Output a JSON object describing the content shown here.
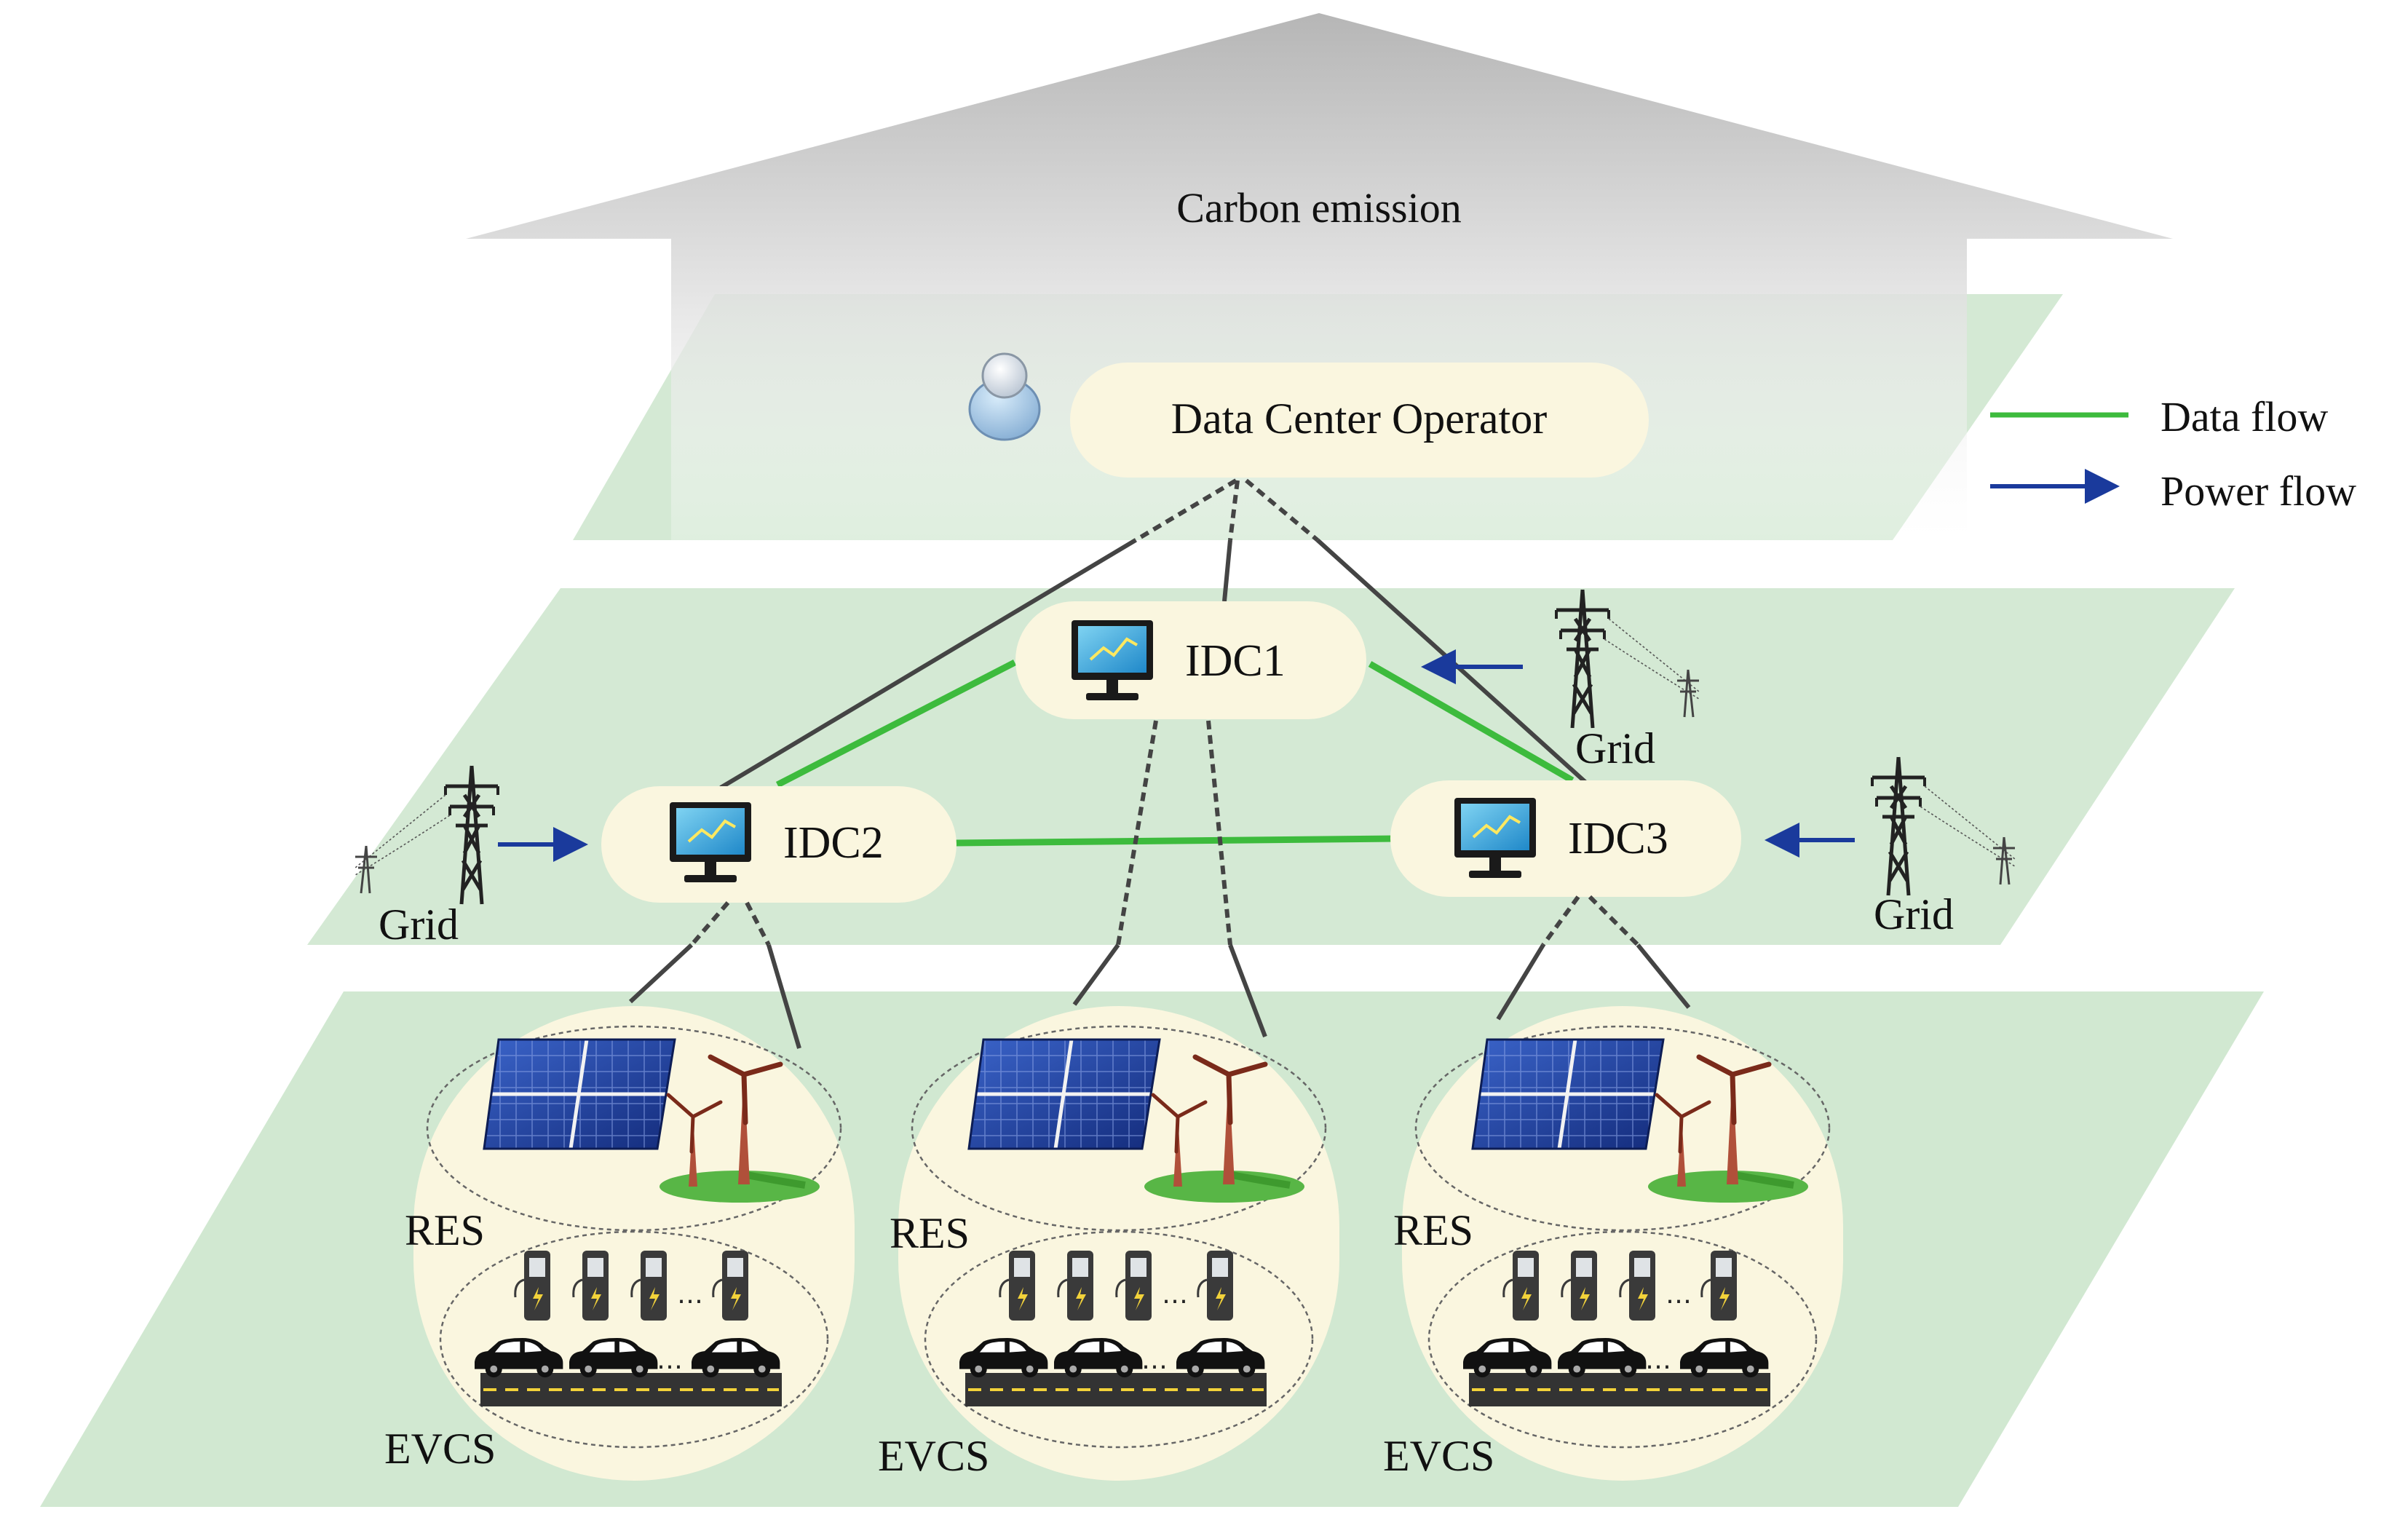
{
  "title": "Carbon emission",
  "operator": {
    "label": "Data Center Operator"
  },
  "legend": {
    "data_flow": "Data flow",
    "power_flow": "Power flow"
  },
  "idcs": {
    "idc1": "IDC1",
    "idc2": "IDC2",
    "idc3": "IDC3"
  },
  "grids": {
    "grid_left": "Grid",
    "grid_top": "Grid",
    "grid_right": "Grid"
  },
  "sites": [
    {
      "res_label": "RES",
      "evcs_label": "EVCS"
    },
    {
      "res_label": "RES",
      "evcs_label": "EVCS"
    },
    {
      "res_label": "RES",
      "evcs_label": "EVCS"
    }
  ],
  "colors": {
    "data_flow": "#3dbb3d",
    "power_flow": "#1a3a9c",
    "layer_fill": "#cfe7cf",
    "node_fill": "#faf6df",
    "arrow_fill": "#d0d0d0"
  }
}
